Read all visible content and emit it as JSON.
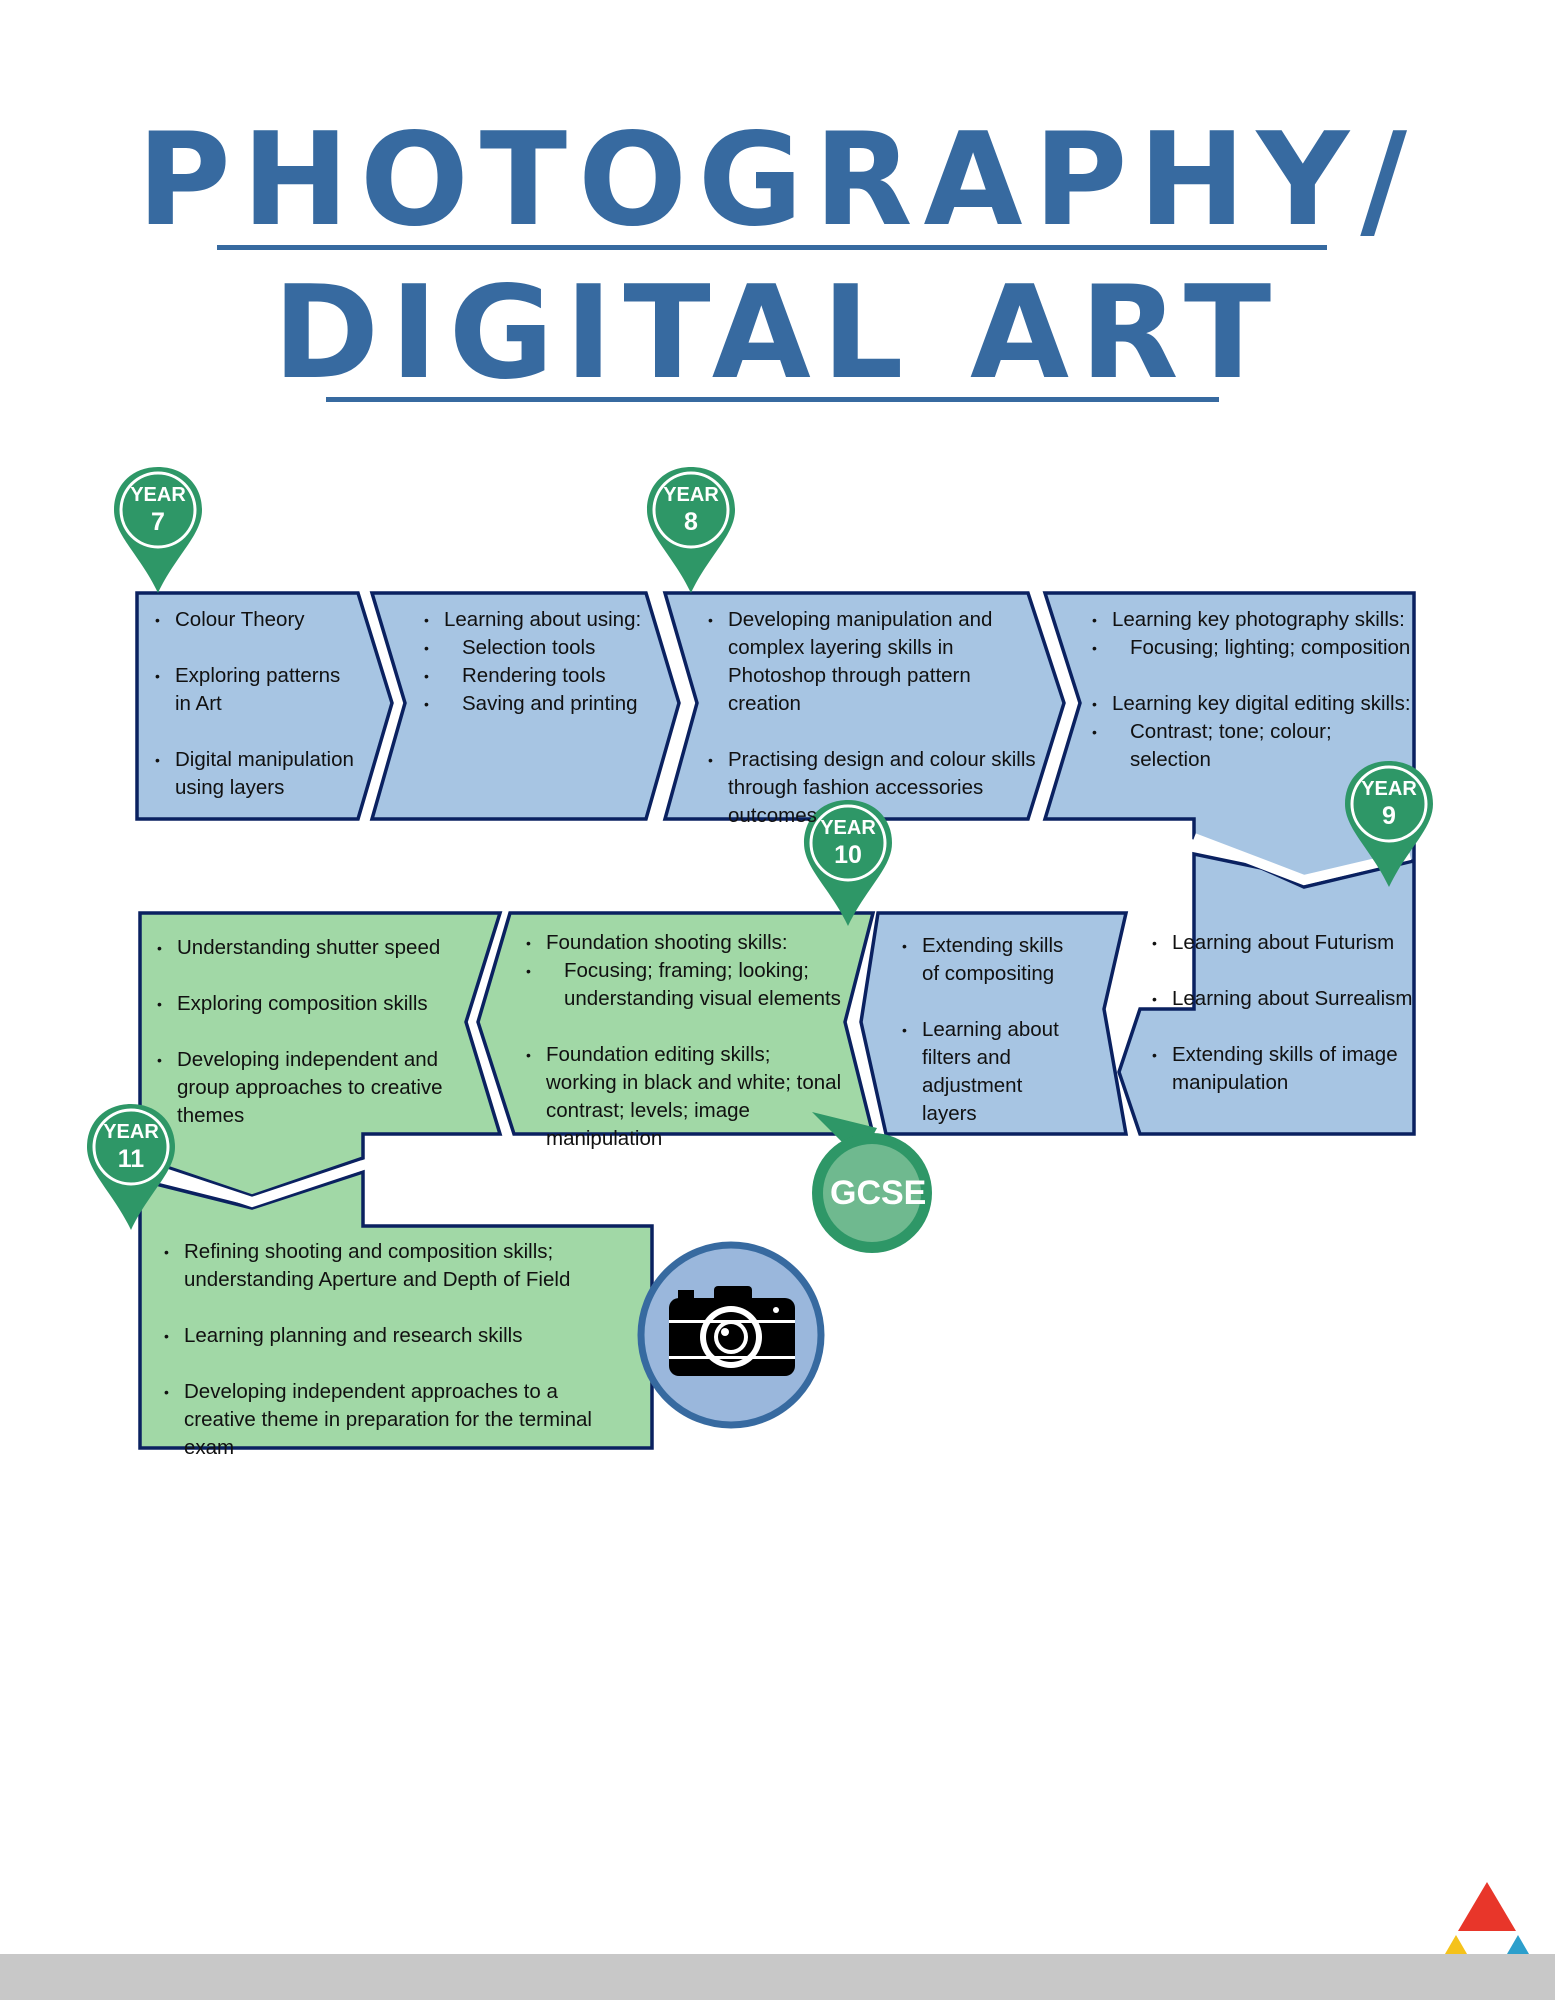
{
  "title": {
    "line1": "PHOTOGRAPHY/",
    "line2": "DIGITAL ART"
  },
  "colors": {
    "title": "#376aa0",
    "blue_fill": "#a7c5e3",
    "green_fill": "#a1d8a6",
    "outline": "#0a2160",
    "pin_green": "#2e9767"
  },
  "pins": {
    "year7": {
      "year": "YEAR",
      "num": "7"
    },
    "year8": {
      "year": "YEAR",
      "num": "8"
    },
    "year9": {
      "year": "YEAR",
      "num": "9"
    },
    "year10": {
      "year": "YEAR",
      "num": "10"
    },
    "year11": {
      "year": "YEAR",
      "num": "11"
    },
    "gcse": "GCSE"
  },
  "boxes": {
    "b1": [
      "Colour Theory",
      "Exploring patterns in Art",
      "Digital manipulation using layers"
    ],
    "b2": {
      "head": "Learning about using:",
      "items": [
        "Selection tools",
        "Rendering tools",
        "Saving and printing"
      ]
    },
    "b3": [
      "Developing manipulation and complex layering skills in Photoshop through pattern creation",
      "Practising design and colour skills through fashion accessories outcomes"
    ],
    "b4": {
      "head1": "Learning key photography skills:",
      "sub1": "Focusing; lighting; composition",
      "head2": "Learning key digital editing skills:",
      "sub2": "Contrast; tone; colour; selection"
    },
    "b5": [
      "Learning about Futurism",
      "Learning about Surrealism",
      "Extending skills of image manipulation"
    ],
    "b6": [
      "Extending skills of compositing",
      "Learning about filters and adjustment layers"
    ],
    "b7": {
      "head": "Foundation shooting skills:",
      "sub": "Focusing; framing; looking; understanding visual elements",
      "second": "Foundation editing skills; working in black and white; tonal contrast; levels; image manipulation"
    },
    "b8": [
      "Understanding shutter speed",
      "Exploring composition skills",
      "Developing independent and group approaches to creative themes"
    ],
    "b9": [
      "Refining shooting and composition skills; understanding Aperture and Depth of Field",
      "Learning planning and research skills",
      "Developing independent approaches to a creative theme in preparation for the terminal exam"
    ]
  },
  "icons": {
    "camera": "camera-icon",
    "logo": "triangle-logo"
  }
}
